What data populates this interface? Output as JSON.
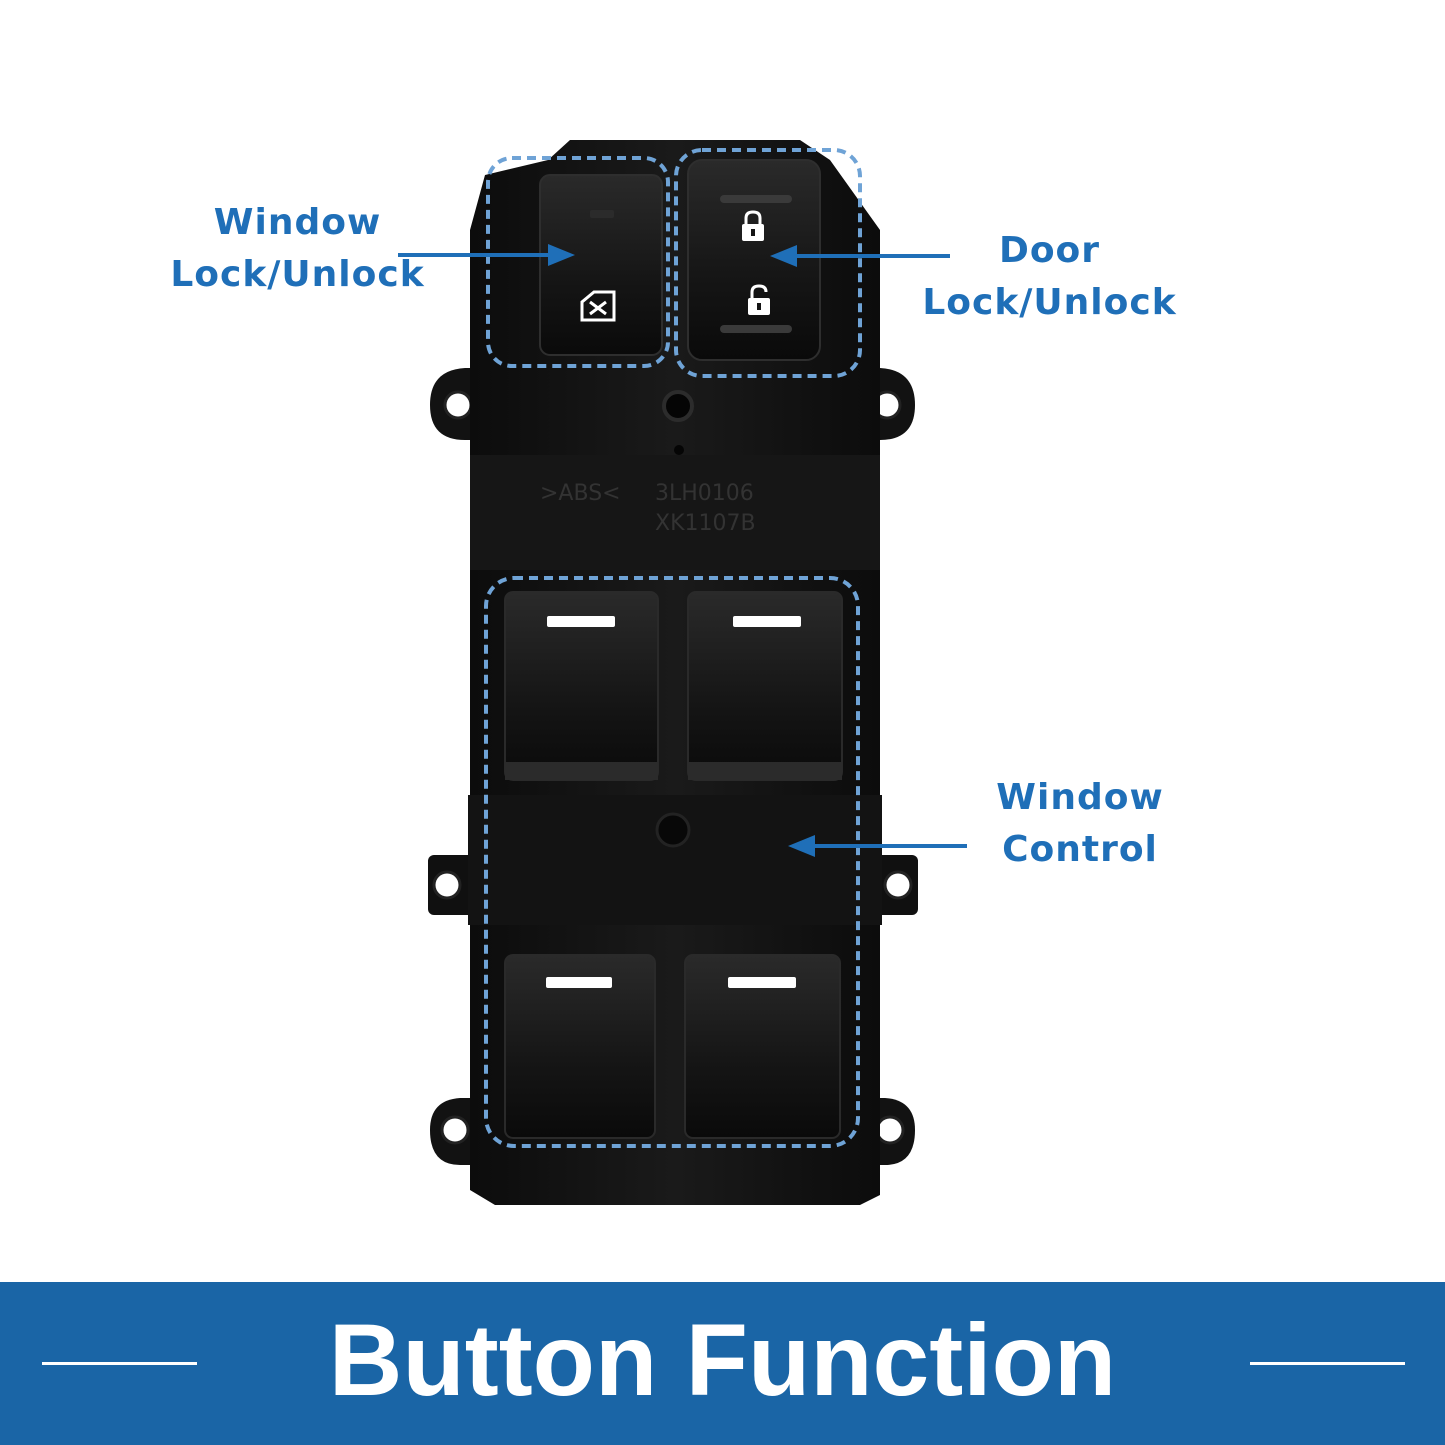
{
  "callouts": {
    "window_lock": {
      "line1": "Window",
      "line2": "Lock/Unlock"
    },
    "door_lock": {
      "line1": "Door",
      "line2": "Lock/Unlock"
    },
    "window_control": {
      "line1": "Window",
      "line2": "Control"
    }
  },
  "molded_text": {
    "line1": ">ABS<",
    "line2": "3LH0106",
    "line3": "XK1107B"
  },
  "banner": {
    "title": "Button Function"
  },
  "colors": {
    "accent_blue": "#1f6fb8",
    "banner_blue": "#1a65a6",
    "switch_body": "#141414",
    "dashed_outline": "#6fa3d6",
    "background": "#ffffff"
  },
  "icons": [
    "window-lock-icon",
    "lock-closed-icon",
    "lock-open-icon",
    "arrow-left-icon"
  ]
}
